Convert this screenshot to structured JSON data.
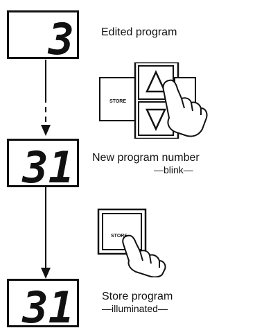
{
  "steps": [
    {
      "display": "3",
      "label": "Edited program",
      "sublabel": ""
    },
    {
      "display": "31",
      "label": "New program number",
      "sublabel": "blink"
    },
    {
      "display": "31",
      "label": "Store program",
      "sublabel": "illuminated"
    }
  ],
  "buttons": {
    "store_label": "STORE",
    "up_icon": "triangle-up-icon",
    "down_icon": "triangle-down-icon",
    "hand_icon": "pointing-hand-icon"
  }
}
